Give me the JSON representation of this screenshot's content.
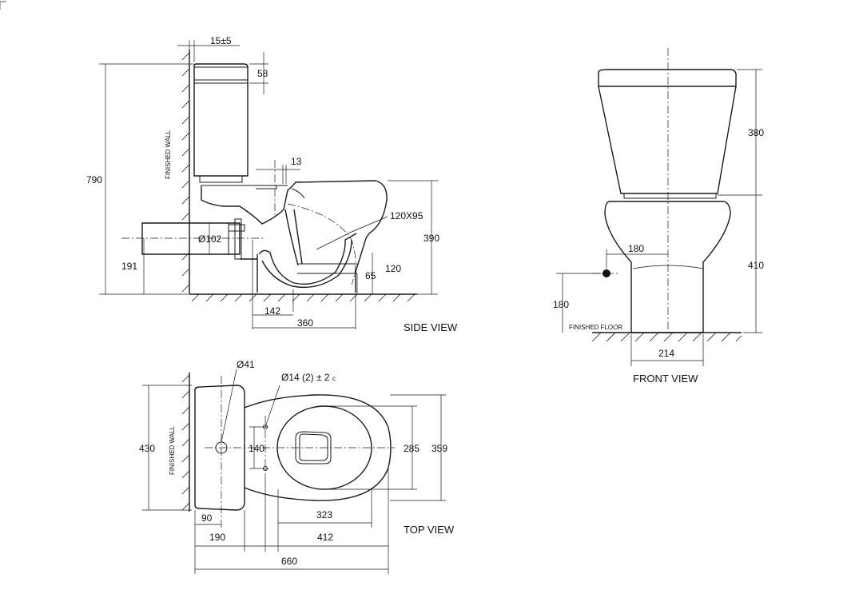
{
  "views": {
    "side": "SIDE VIEW",
    "front": "FRONT VIEW",
    "top": "TOP VIEW"
  },
  "labels": {
    "finished_wall": "FINISHED WALL",
    "finished_floor": "FINISHED FLOOR"
  },
  "side_dims": {
    "offset": "15±5",
    "lid": "58",
    "height": "790",
    "nozzle": "13",
    "outlet": "120X95",
    "bowl_h": "390",
    "pipe": "Ø102",
    "pipe_h": "191",
    "trap1": "120",
    "trap2": "65",
    "d142": "142",
    "d360": "360"
  },
  "front_dims": {
    "tank": "380",
    "bowl": "410",
    "inlet_x": "180",
    "inlet_h": "180",
    "base": "214"
  },
  "top_dims": {
    "hole": "Ø41",
    "bolts": "Ø14 (2) ± 2",
    "bolt_note": "c",
    "width": "430",
    "bolt_sp": "140",
    "seat_w": "285",
    "bowl_w": "359",
    "d90": "90",
    "d190": "190",
    "d323": "323",
    "d412": "412",
    "d660": "660"
  }
}
